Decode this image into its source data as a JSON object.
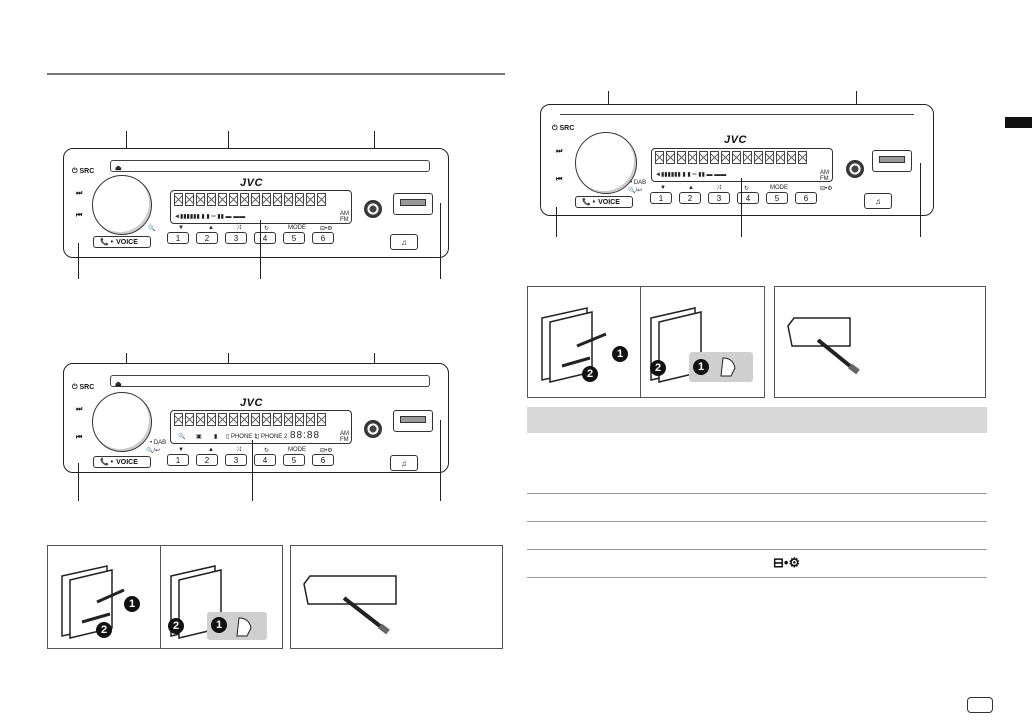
{
  "unit_labels": {
    "power_src": "SRC",
    "voice": "VOICE",
    "brand": "JVC",
    "dab": "DAB",
    "mode": "MODE",
    "am": "AM",
    "fm": "FM",
    "phone1": "PHONE 1",
    "phone2": "PHONE 2",
    "clock": "88:88"
  },
  "preset_buttons": [
    "1",
    "2",
    "3",
    "4",
    "5",
    "6"
  ],
  "steps": {
    "one": "1",
    "two": "2"
  },
  "table_icon": "display-settings-icon",
  "colors": {
    "ink": "#111111",
    "gray_band": "#d8d8d8",
    "rule": "#999999"
  }
}
